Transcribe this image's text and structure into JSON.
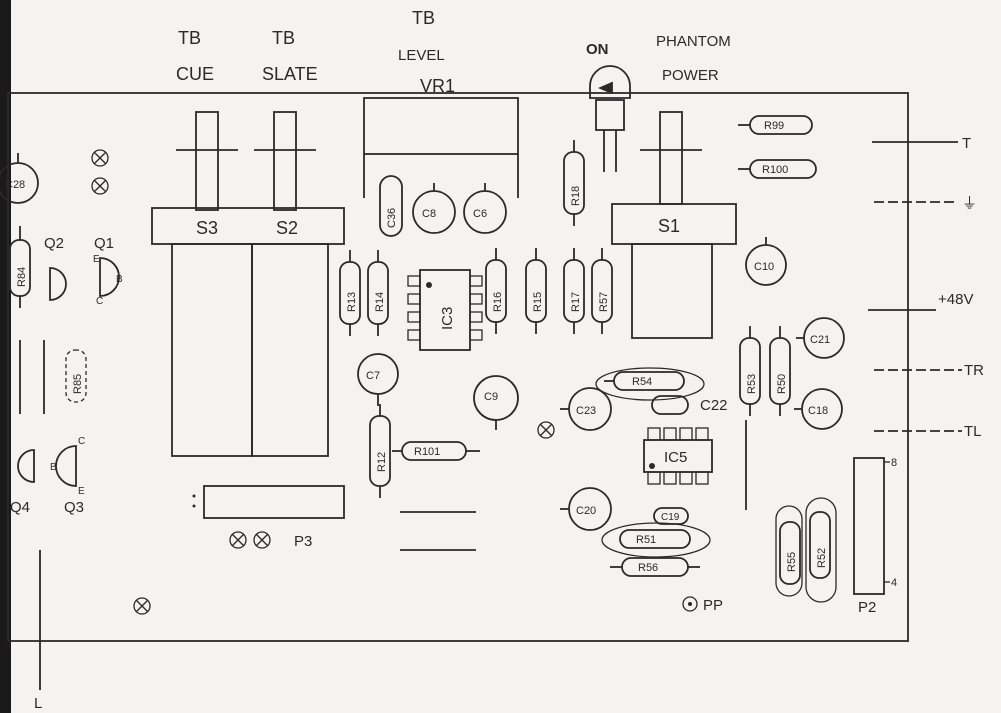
{
  "header_labels": {
    "tb_cue_1": "TB",
    "tb_cue_2": "CUE",
    "tb_slate_1": "TB",
    "tb_slate_2": "SLATE",
    "tb_level_1": "TB",
    "tb_level_2": "LEVEL",
    "tb_level_3": "VR1",
    "on": "ON",
    "phantom_1": "PHANTOM",
    "phantom_2": "POWER"
  },
  "switches": {
    "s3": "S3",
    "s2": "S2",
    "s1": "S1"
  },
  "ics": {
    "ic3": "IC3",
    "ic5": "IC5"
  },
  "transistors": {
    "q1": "Q1",
    "q2": "Q2",
    "q3": "Q3",
    "q4": "Q4",
    "pin_e": "E",
    "pin_b": "B",
    "pin_c": "C"
  },
  "capacitors": {
    "c28": "C28",
    "c36": "C36",
    "c8": "C8",
    "c6": "C6",
    "c10": "C10",
    "c7": "C7",
    "c9": "C9",
    "c23": "C23",
    "c22": "C22",
    "c21": "C21",
    "c18": "C18",
    "c20": "C20",
    "c19": "C19"
  },
  "resistors": {
    "r84": "R84",
    "r85": "R85",
    "r13": "R13",
    "r14": "R14",
    "r16": "R16",
    "r15": "R15",
    "r17": "R17",
    "r57": "R57",
    "r18": "R18",
    "r99": "R99",
    "r100": "R100",
    "r54": "R54",
    "r53": "R53",
    "r50": "R50",
    "r12": "R12",
    "r101": "R101",
    "r51": "R51",
    "r56": "R56",
    "r55": "R55",
    "r52": "R52"
  },
  "connectors": {
    "p3": "P3",
    "p2": "P2",
    "p2_pin_top": "8",
    "p2_pin_bottom": "4",
    "pp": "PP"
  },
  "edge_terminals": {
    "t": "T",
    "ground": "⏚",
    "v48": "+48V",
    "tr": "TR",
    "tl": "TL",
    "l": "L"
  }
}
